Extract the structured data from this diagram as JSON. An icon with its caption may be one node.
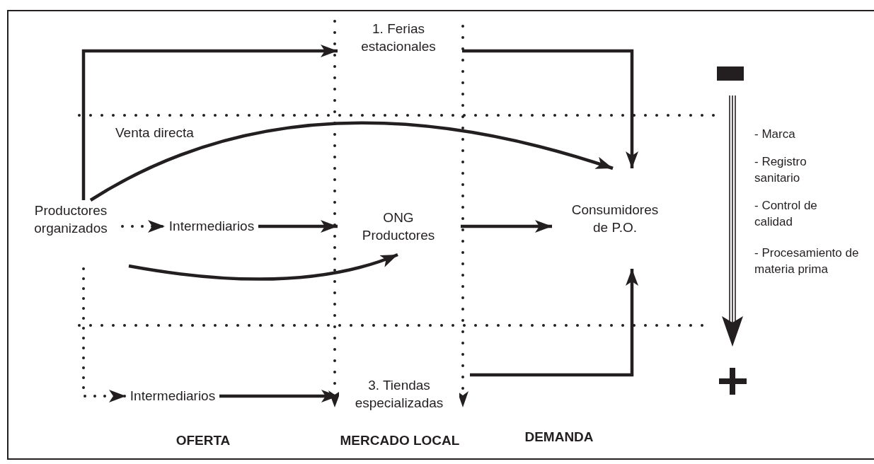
{
  "diagram": {
    "nodes": [
      {
        "text": [
          "Productores organizados"
        ]
      },
      {
        "text": [
          "Intermediarios"
        ]
      },
      {
        "text": [
          "1. Ferias estacionales"
        ]
      },
      {
        "text": [
          "ONG Productores"
        ]
      },
      {
        "text": [
          "Consumidores de P.O."
        ]
      },
      {
        "text": [
          "Intermediarios"
        ]
      },
      {
        "text": [
          "3. Tiendas especializadas"
        ]
      }
    ],
    "edges": [
      {
        "from": 0,
        "to": 2,
        "arrow": "to"
      },
      {
        "from": 0,
        "to": 4,
        "arrow": "to",
        "label": "Venta directa"
      },
      {
        "from": 0,
        "to": 1,
        "arrow": "to",
        "style": "dashed"
      },
      {
        "from": 1,
        "to": 3,
        "arrow": "to"
      },
      {
        "from": 0,
        "to": 3,
        "arrow": "to"
      },
      {
        "from": 2,
        "to": 4,
        "arrow": "to"
      },
      {
        "from": 3,
        "to": 4,
        "arrow": "to"
      },
      {
        "from": 0,
        "to": 5,
        "arrow": "to",
        "style": "dashed"
      },
      {
        "from": 5,
        "to": 6,
        "arrow": "to"
      },
      {
        "from": 6,
        "to": 4,
        "arrow": "to"
      }
    ],
    "labels": [
      "- Marca",
      "- Registro sanitario",
      "- Control de calidad",
      "- Procesamiento de materia prima",
      "OFERTA",
      "MERCADO LOCAL",
      "DEMANDA"
    ]
  }
}
